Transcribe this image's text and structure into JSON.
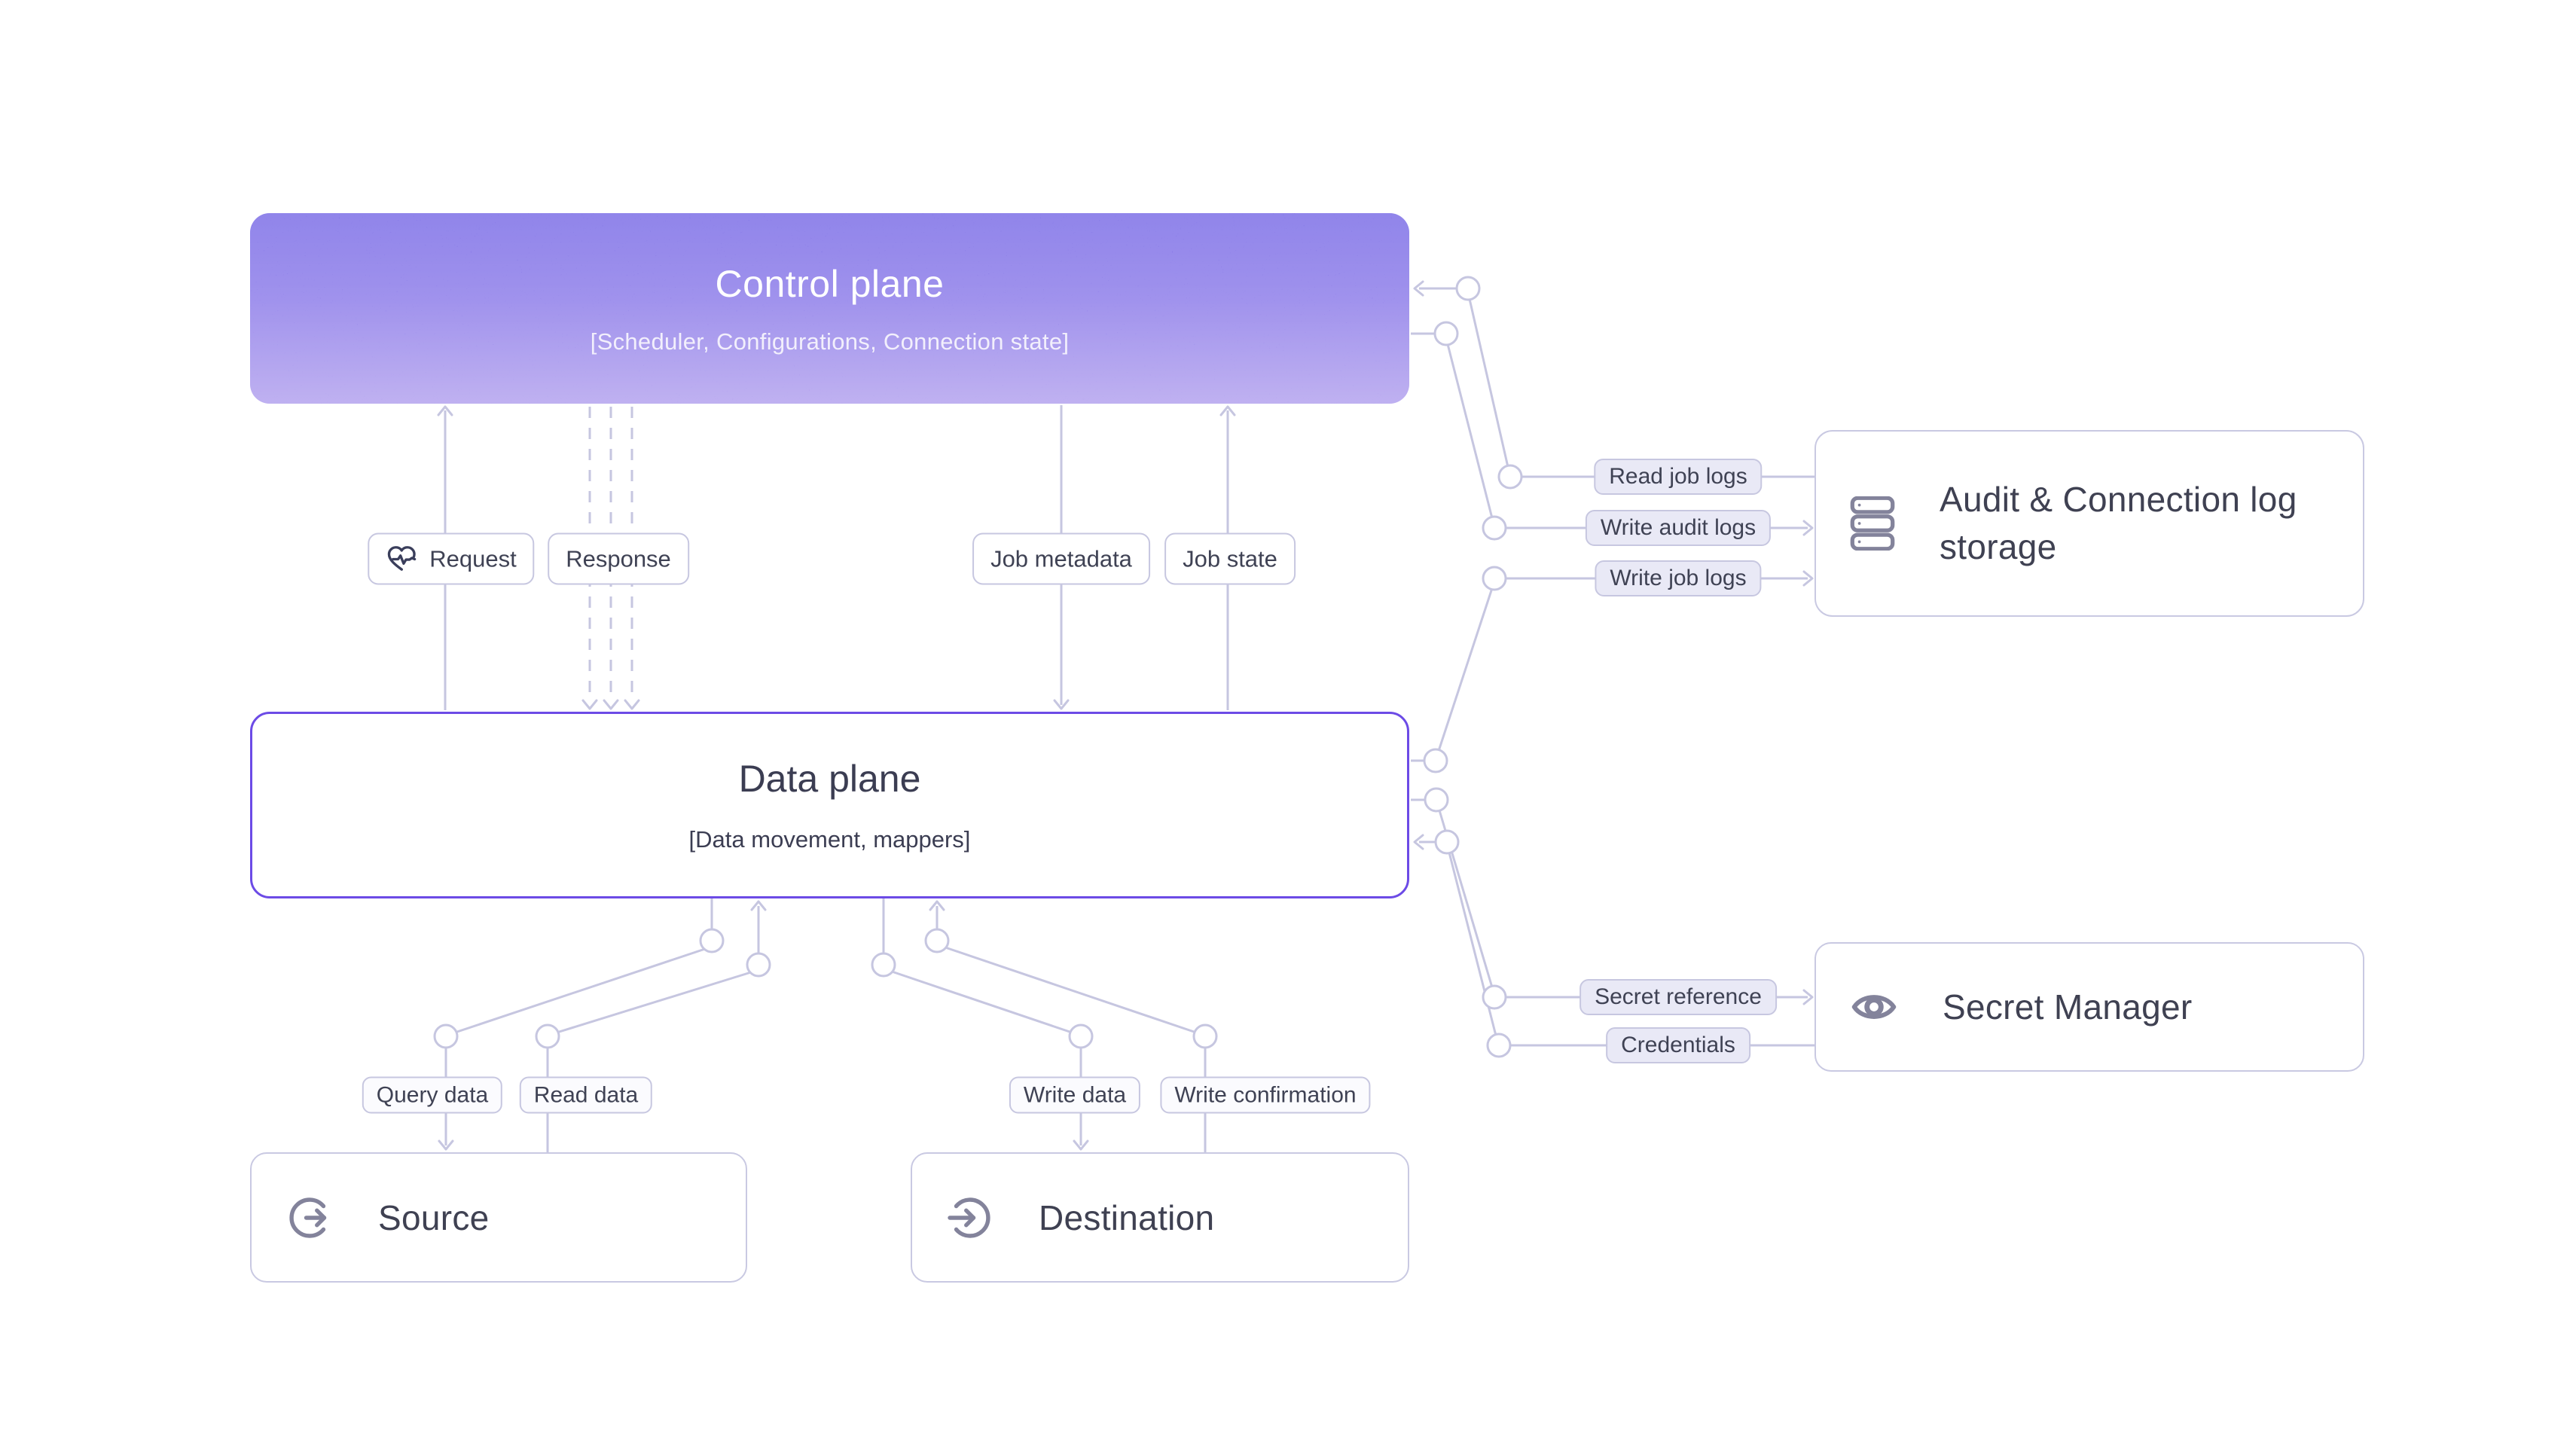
{
  "diagram": {
    "control_plane": {
      "title": "Control plane",
      "subtitle": "[Scheduler, Configurations, Connection state]"
    },
    "data_plane": {
      "title": "Data plane",
      "subtitle": "[Data movement, mappers]"
    },
    "source": {
      "label": "Source"
    },
    "destination": {
      "label": "Destination"
    },
    "audit_storage": {
      "label": "Audit & Connection log storage"
    },
    "secret_manager": {
      "label": "Secret Manager"
    },
    "edges": {
      "request": "Request",
      "response": "Response",
      "job_metadata": "Job metadata",
      "job_state": "Job state",
      "query_data": "Query data",
      "read_data": "Read data",
      "write_data": "Write data",
      "write_confirmation": "Write confirmation",
      "read_job_logs": "Read job logs",
      "write_audit_logs": "Write audit logs",
      "write_job_logs": "Write job logs",
      "secret_reference": "Secret reference",
      "credentials": "Credentials"
    },
    "colors": {
      "accent_gradient_top": "#6656E2",
      "accent_gradient_bottom": "#A793EC",
      "data_plane_border": "#6C4BE6",
      "box_border": "#C9C9E2",
      "connector_line": "#C6C6E0",
      "pill_lavender_fill": "#E9E9F6",
      "text_dark": "#3F4254",
      "icon_gray": "#83839B"
    }
  }
}
